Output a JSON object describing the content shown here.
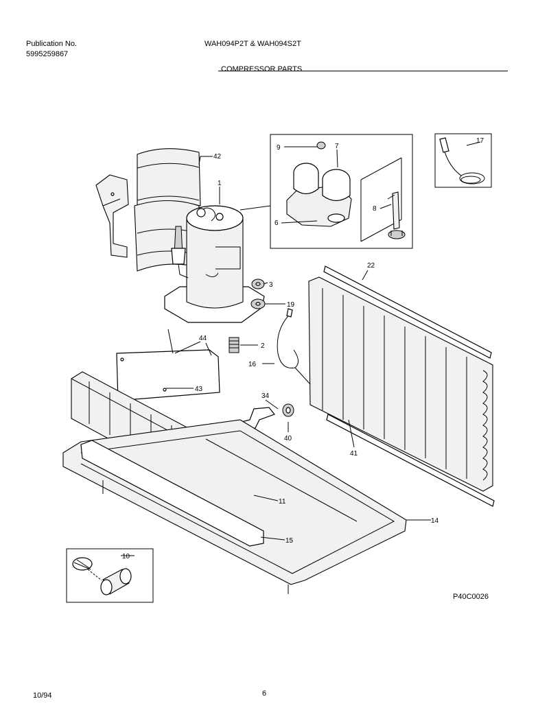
{
  "header": {
    "publication_label": "Publication No.",
    "publication_number": "5995259867",
    "model": "WAH094P2T & WAH094S2T",
    "section_title": "COMPRESSOR PARTS"
  },
  "diagram_code": "P40C0026",
  "footer": {
    "date": "10/94",
    "page": "6"
  },
  "callouts": {
    "c42": "42",
    "c1": "1",
    "c9": "9",
    "c7": "7",
    "c6": "6",
    "c8": "8",
    "c17": "17",
    "c22": "22",
    "c3": "3",
    "c19": "19",
    "c2": "2",
    "c44": "44",
    "c16": "16",
    "c43": "43",
    "c34": "34",
    "c40": "40",
    "c41": "41",
    "c11": "11",
    "c14": "14",
    "c15": "15",
    "c10": "10"
  }
}
